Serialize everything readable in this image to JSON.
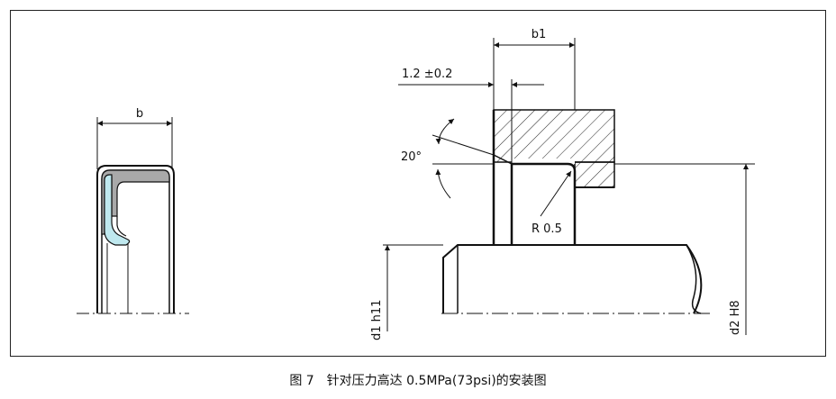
{
  "labels": {
    "b": "b",
    "b1": "b1",
    "tolerance": "1.2 ±0.2",
    "angle": "20°",
    "radius": "R 0.5",
    "d1": "d1  h11",
    "d2": "d2  H8"
  },
  "caption": {
    "figure": "图 7",
    "text": "针对压力高达 0.5MPa(73psi)的安装图"
  },
  "colors": {
    "lip": "#bfe8ee",
    "seal_body": "#a9a9a9"
  }
}
